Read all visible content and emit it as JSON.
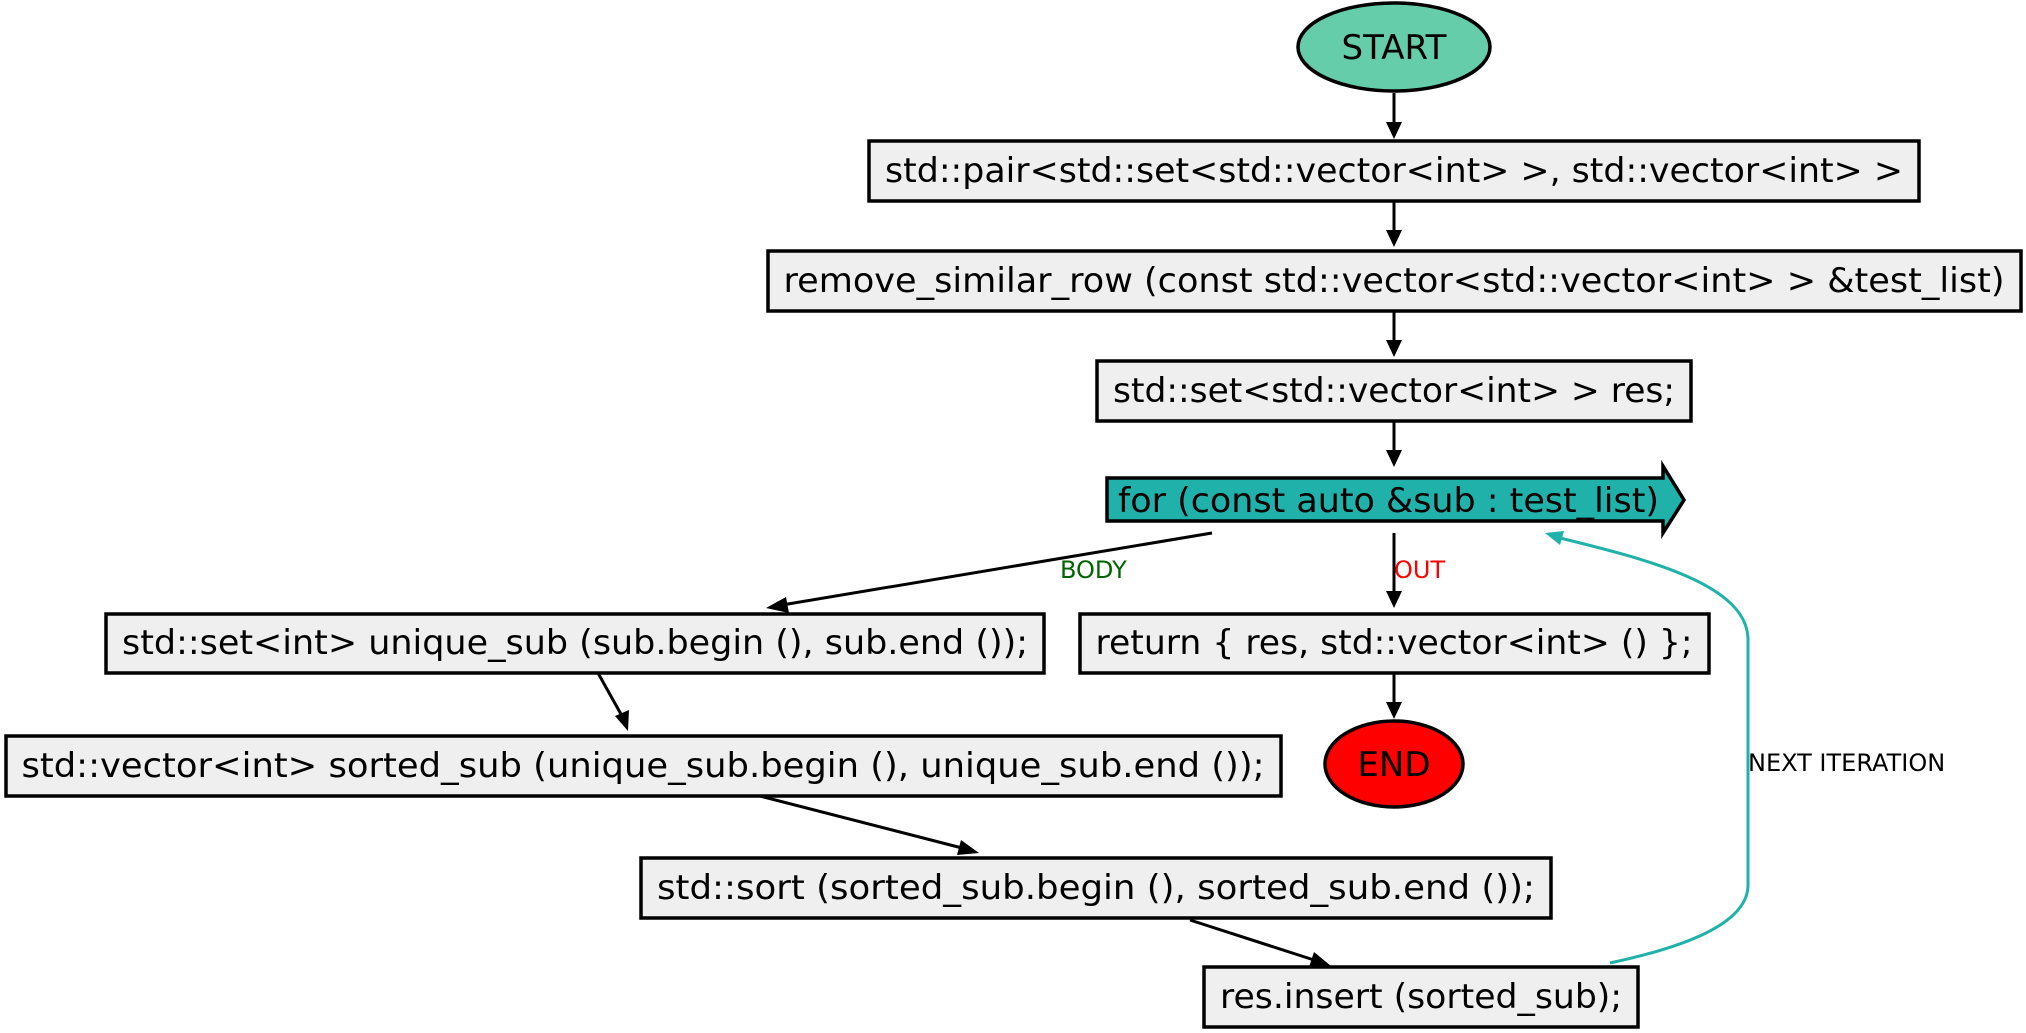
{
  "nodes": {
    "start": "START",
    "decl_return_type": "std::pair<std::set<std::vector<int> >, std::vector<int> >",
    "func_signature": "remove_similar_row (const std::vector<std::vector<int> > &test_list)",
    "decl_res": "std::set<std::vector<int> > res;",
    "for_loop": "for (const auto &sub : test_list)",
    "unique_sub": "std::set<int> unique_sub (sub.begin (), sub.end ());",
    "sorted_sub": "std::vector<int> sorted_sub (unique_sub.begin (), unique_sub.end ());",
    "sort_call": "std::sort (sorted_sub.begin (), sorted_sub.end ());",
    "insert_call": "res.insert (sorted_sub);",
    "return_stmt": "return { res, std::vector<int> () };",
    "end": "END"
  },
  "edge_labels": {
    "body": "BODY",
    "out": "OUT",
    "next_iteration": "NEXT ITERATION"
  },
  "colors": {
    "start_fill": "#66cdaa",
    "end_fill": "#ff0000",
    "loop_fill": "#20b2aa",
    "node_fill": "#efefef",
    "body_label": "#006400",
    "out_label": "#ff0000",
    "loop_back_edge": "#20b2aa"
  }
}
